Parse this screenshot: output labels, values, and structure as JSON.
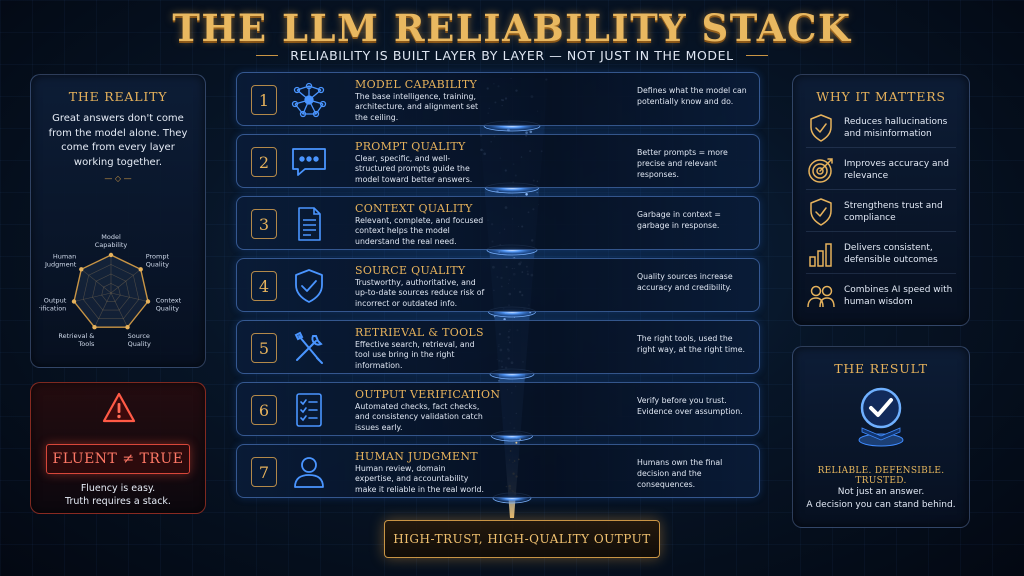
{
  "title": "THE LLM RELIABILITY STACK",
  "subtitle": "RELIABILITY IS BUILT LAYER BY LAYER — NOT JUST IN THE MODEL",
  "reality": {
    "heading": "THE REALITY",
    "text": "Great answers don't come from the model alone. They come from every layer working together.",
    "radar_labels": [
      "Model Capability",
      "Prompt Quality",
      "Context Quality",
      "Source Quality",
      "Retrieval & Tools",
      "Output Verification",
      "Human Judgment"
    ]
  },
  "fluent": {
    "badge": "FLUENT ≠ TRUE",
    "line1": "Fluency is easy.",
    "line2": "Truth requires a stack."
  },
  "layers": [
    {
      "num": "1",
      "icon": "network-icon",
      "title": "MODEL CAPABILITY",
      "desc": "The base intelligence, training, architecture, and alignment set the ceiling.",
      "side": "Defines what the model can potentially know and do."
    },
    {
      "num": "2",
      "icon": "chat-bubble-icon",
      "title": "PROMPT QUALITY",
      "desc": "Clear, specific, and well-structured prompts guide the model toward better answers.",
      "side": "Better prompts = more precise and relevant responses."
    },
    {
      "num": "3",
      "icon": "document-icon",
      "title": "CONTEXT QUALITY",
      "desc": "Relevant, complete, and focused context helps the model understand the real need.",
      "side": "Garbage in context = garbage in response."
    },
    {
      "num": "4",
      "icon": "shield-check-icon",
      "title": "SOURCE QUALITY",
      "desc": "Trustworthy, authoritative, and up-to-date sources reduce risk of incorrect or outdated info.",
      "side": "Quality sources increase accuracy and credibility."
    },
    {
      "num": "5",
      "icon": "tools-icon",
      "title": "RETRIEVAL & TOOLS",
      "desc": "Effective search, retrieval, and tool use bring in the right information.",
      "side": "The right tools, used the right way, at the right time."
    },
    {
      "num": "6",
      "icon": "checklist-icon",
      "title": "OUTPUT VERIFICATION",
      "desc": "Automated checks, fact checks, and consistency validation catch issues early.",
      "side": "Verify before you trust. Evidence over assumption."
    },
    {
      "num": "7",
      "icon": "person-icon",
      "title": "HUMAN JUDGMENT",
      "desc": "Human review, domain expertise, and accountability make it reliable in the real world.",
      "side": "Humans own the final decision and the consequences."
    }
  ],
  "why": {
    "heading": "WHY IT MATTERS",
    "items": [
      {
        "icon": "shield-check-icon",
        "text": "Reduces hallucinations and misinformation"
      },
      {
        "icon": "target-icon",
        "text": "Improves accuracy and relevance"
      },
      {
        "icon": "shield-check-icon",
        "text": "Strengthens trust and compliance"
      },
      {
        "icon": "bar-chart-icon",
        "text": "Delivers consistent, defensible outcomes"
      },
      {
        "icon": "people-icon",
        "text": "Combines AI speed with human wisdom"
      }
    ]
  },
  "result": {
    "heading": "THE RESULT",
    "tagline": "RELIABLE. DEFENSIBLE. TRUSTED.",
    "line1": "Not just an answer.",
    "line2": "A decision you can stand behind."
  },
  "output": "HIGH-TRUST, HIGH-QUALITY OUTPUT",
  "colors": {
    "gold": "#e6b25c",
    "blue": "#3f8bff",
    "red": "#ff5a46",
    "background": "#071527"
  }
}
